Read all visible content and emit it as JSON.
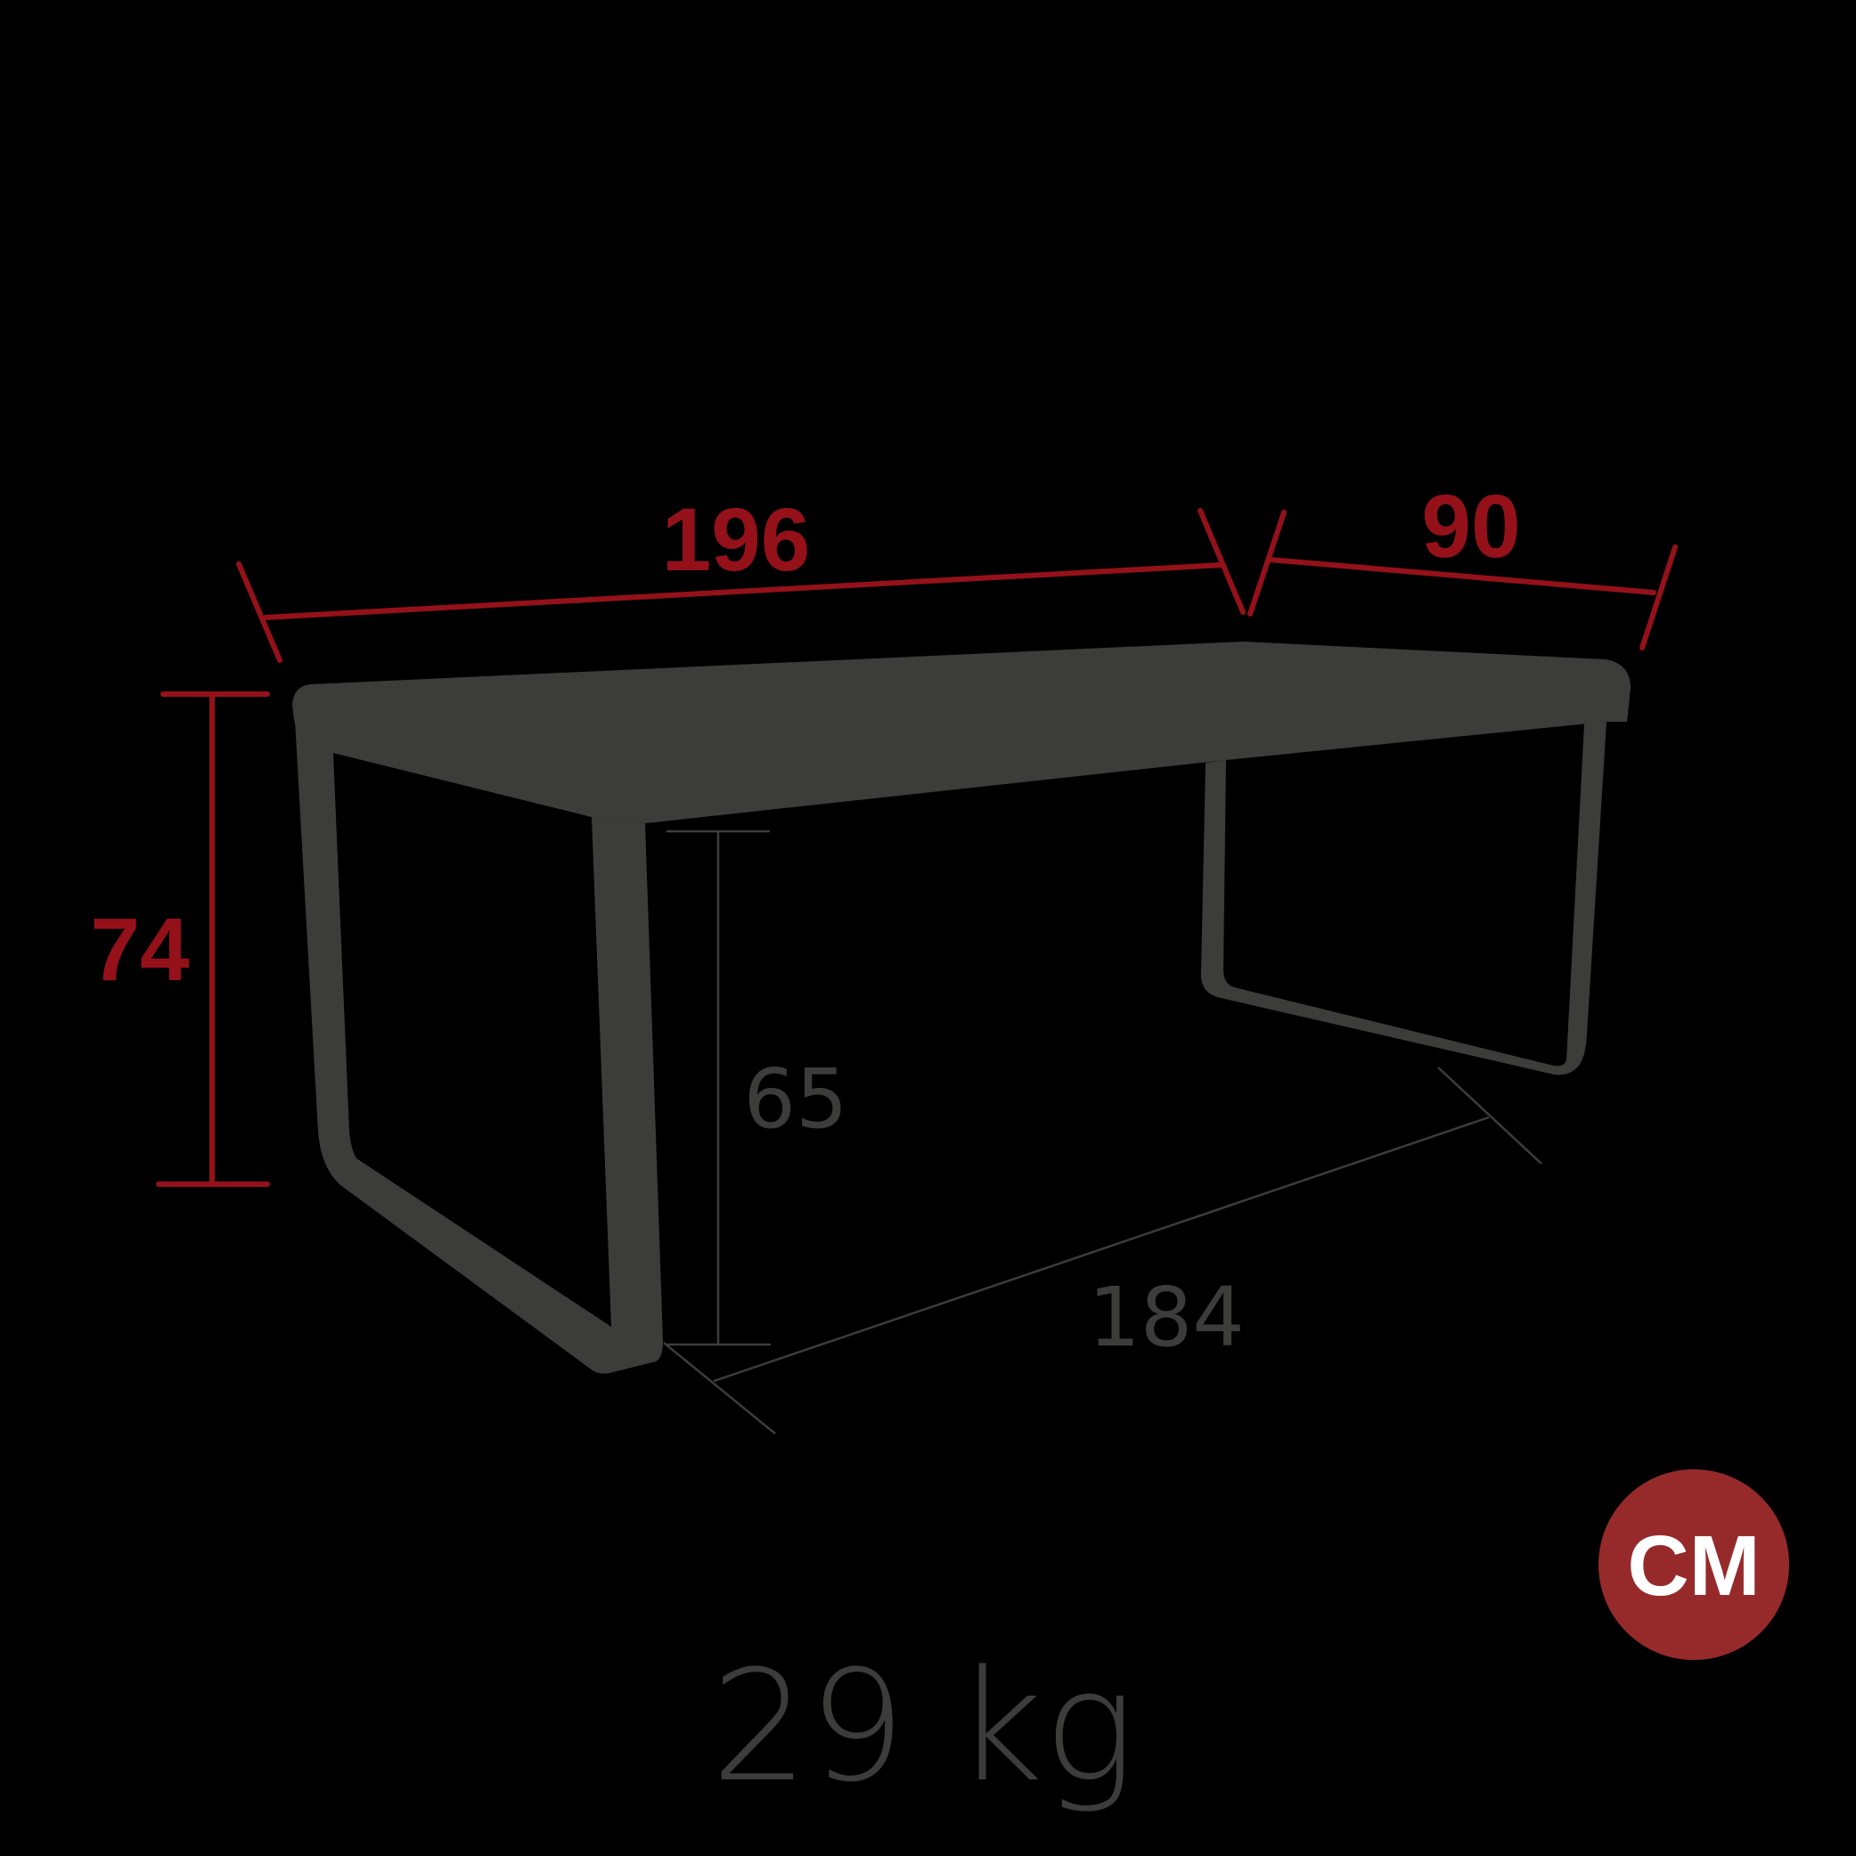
{
  "diagram": {
    "subject": "Rectangular table with sled-style loop legs",
    "colors": {
      "background": "#000000",
      "furniture": "#3c3c3b",
      "primary_dimension": "#951119",
      "secondary_dimension": "#3c3c3b",
      "unit_badge": "#962a2b",
      "unit_text": "#ffffff"
    },
    "dimensions": {
      "length": {
        "value": "196",
        "role": "overall length"
      },
      "width": {
        "value": "90",
        "role": "overall depth"
      },
      "height": {
        "value": "74",
        "role": "overall height"
      },
      "clearance": {
        "value": "65",
        "role": "under-top clearance height"
      },
      "leg_span": {
        "value": "184",
        "role": "distance between leg frames"
      }
    },
    "unit_badge": {
      "label": "CM"
    },
    "weight": {
      "label": "29 kg"
    }
  }
}
